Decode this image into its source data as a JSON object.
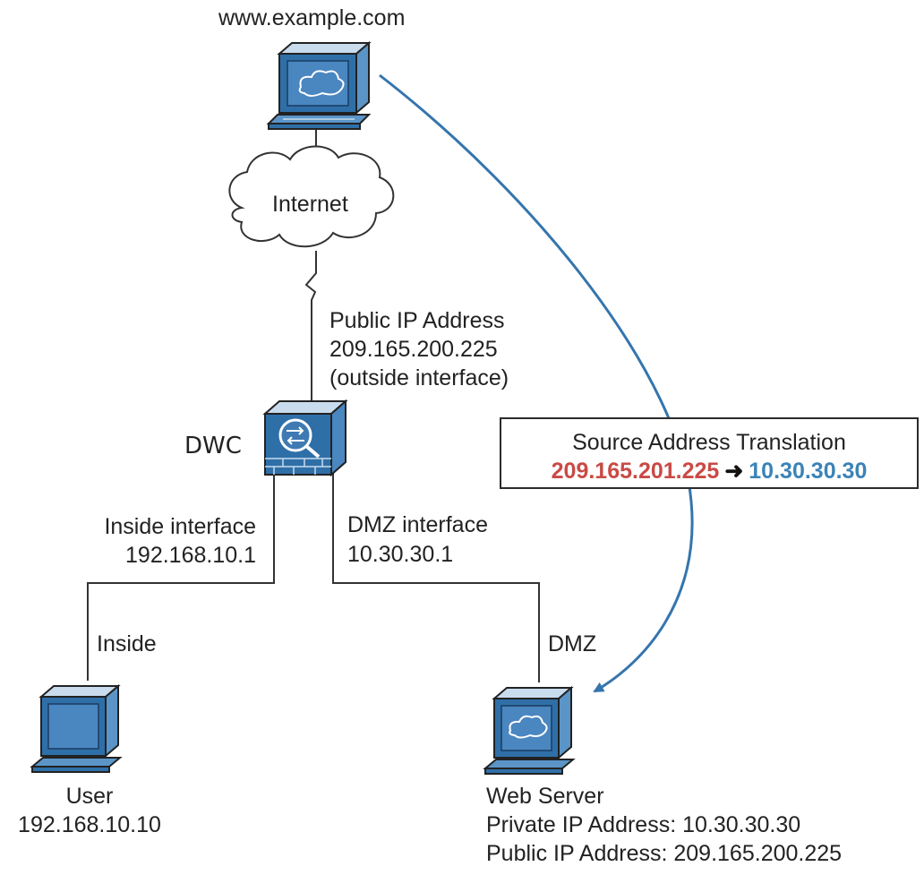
{
  "nodes": {
    "web_host": {
      "label": "www.example.com"
    },
    "internet": {
      "label": "Internet"
    },
    "firewall": {
      "label": "DWC"
    },
    "user": {
      "label": "User",
      "ip": "192.168.10.10"
    },
    "web_server": {
      "label": "Web Server",
      "private_ip": "Private IP Address: 10.30.30.30",
      "public_ip": "Public IP Address: 209.165.200.225"
    }
  },
  "interfaces": {
    "outside": {
      "line1": "Public IP Address",
      "line2": "209.165.200.225",
      "line3": "(outside interface)"
    },
    "inside": {
      "line1": "Inside interface",
      "line2": "192.168.10.1"
    },
    "dmz": {
      "line1": "DMZ interface",
      "line2": "10.30.30.1"
    }
  },
  "segments": {
    "inside": "Inside",
    "dmz": "DMZ"
  },
  "translation": {
    "title": "Source Address Translation",
    "from": "209.165.201.225",
    "to": "10.30.30.30"
  },
  "colors": {
    "device": "#2f6fa8",
    "device_light": "#5b95c8",
    "cloud": "#ffffff",
    "from": "#c94a45",
    "to": "#3b83b6",
    "flow": "#3575ad"
  }
}
